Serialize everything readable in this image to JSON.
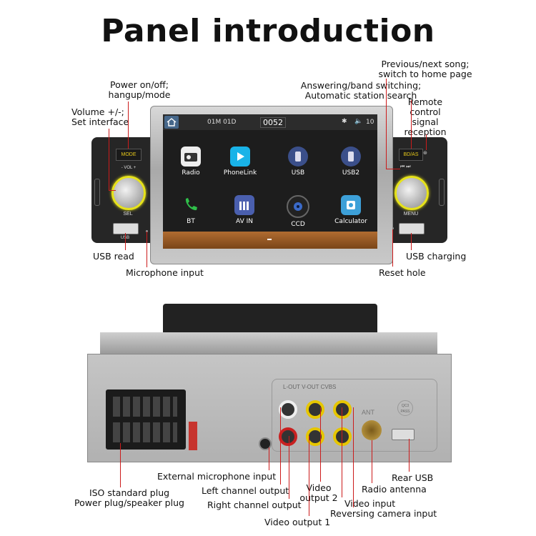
{
  "title": "Panel introduction",
  "front": {
    "labels": {
      "power": "Power on/off;\nhangup/mode",
      "volume": "Volume +/-;\nSet interface",
      "usb_read": "USB read",
      "mic": "Microphone input",
      "answer": "Answering/band switching;\nAutomatic station search",
      "prevnext": "Previous/next song;\nswitch to home page",
      "remote": "Remote\ncontrol\nsignal\nreception",
      "usb_charge": "USB charging",
      "reset": "Reset hole"
    },
    "status": {
      "date": "01M 01D",
      "time": "0052",
      "volume": "10"
    },
    "apps": [
      "Radio",
      "PhoneLink",
      "USB",
      "USB2",
      "BT",
      "AV IN",
      "CCD",
      "Calculator"
    ],
    "panel": {
      "mode": "MODE",
      "vol": "- VOL +",
      "sel": "SEL",
      "usb": "USB",
      "bdas": "BD/AS",
      "menu": "MENU"
    }
  },
  "rear": {
    "labels": {
      "ext_mic": "External microphone input",
      "iso": "ISO standard plug\nPower plug/speaker plug",
      "left_ch": "Left channel output",
      "right_ch": "Right channel output",
      "video1": "Video output 1",
      "video2": "Video\noutput 2",
      "video_in": "Video input",
      "radio_ant": "Radio antenna",
      "rev_cam": "Reversing camera input",
      "rear_usb": "Rear USB"
    },
    "panel_text": {
      "ports": "L-OUT V-OUT CVBS",
      "ant": "ANT",
      "qc": "QC3 PASS"
    }
  }
}
